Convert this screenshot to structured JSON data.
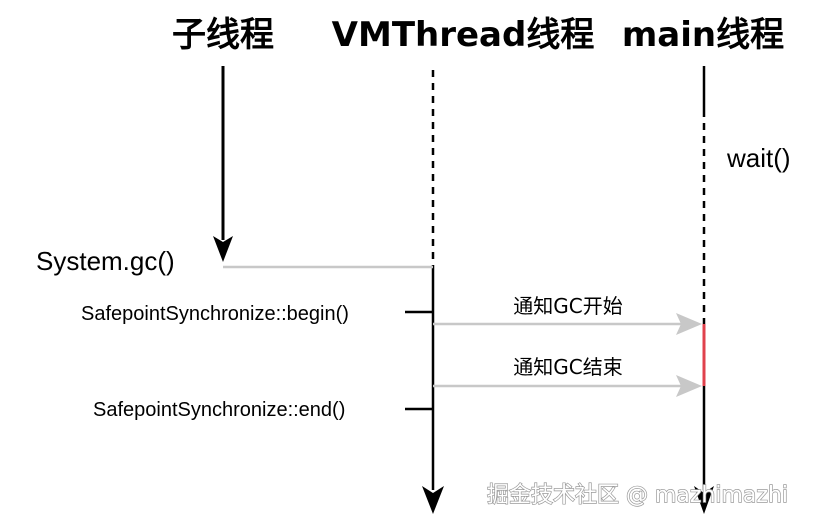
{
  "lanes": [
    {
      "id": "child",
      "title": "子线程"
    },
    {
      "id": "vm",
      "title": "VMThread线程"
    },
    {
      "id": "main",
      "title": "main线程"
    }
  ],
  "labels": {
    "wait": "wait()",
    "system_gc": "System.gc()",
    "begin": "SafepointSynchronize::begin()",
    "end": "SafepointSynchronize::end()"
  },
  "messages": {
    "gc_start": "通知GC开始",
    "gc_end": "通知GC结束"
  },
  "watermark": "掘金技术社区 @ mazhimazhi",
  "colors": {
    "line": "#000000",
    "message_arrow": "#c8c8c8",
    "highlight": "#e0414c"
  }
}
